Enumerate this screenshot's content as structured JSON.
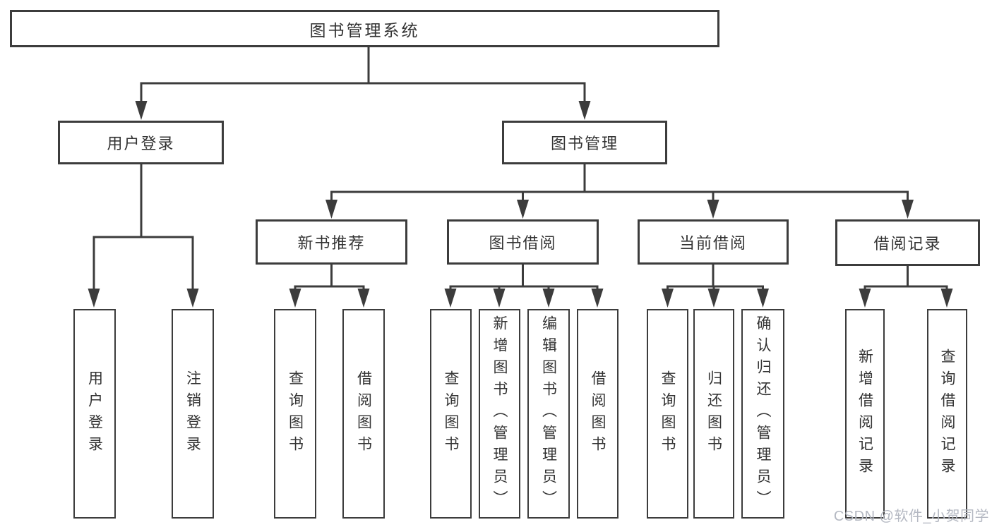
{
  "tree": {
    "label": "图书管理系统",
    "children": [
      {
        "label": "用户登录",
        "children": [
          {
            "label": "用户登录"
          },
          {
            "label": "注销登录"
          }
        ]
      },
      {
        "label": "图书管理",
        "children": [
          {
            "label": "新书推荐",
            "children": [
              {
                "label": "查询图书"
              },
              {
                "label": "借阅图书"
              }
            ]
          },
          {
            "label": "图书借阅",
            "children": [
              {
                "label": "查询图书"
              },
              {
                "label": "新增图书（管理员）"
              },
              {
                "label": "编辑图书（管理员）"
              },
              {
                "label": "借阅图书"
              }
            ]
          },
          {
            "label": "当前借阅",
            "children": [
              {
                "label": "查询图书"
              },
              {
                "label": "归还图书"
              },
              {
                "label": "确认归还（管理员）"
              }
            ]
          },
          {
            "label": "借阅记录",
            "children": [
              {
                "label": "新增借阅记录"
              },
              {
                "label": "查询借阅记录"
              }
            ]
          }
        ]
      }
    ]
  },
  "watermark": {
    "text": "CSDN @软件_小贺同学"
  },
  "colors": {
    "line": "#3c3c3c",
    "text": "#333333",
    "watermark": "#b4b8c2",
    "background": "#ffffff"
  }
}
